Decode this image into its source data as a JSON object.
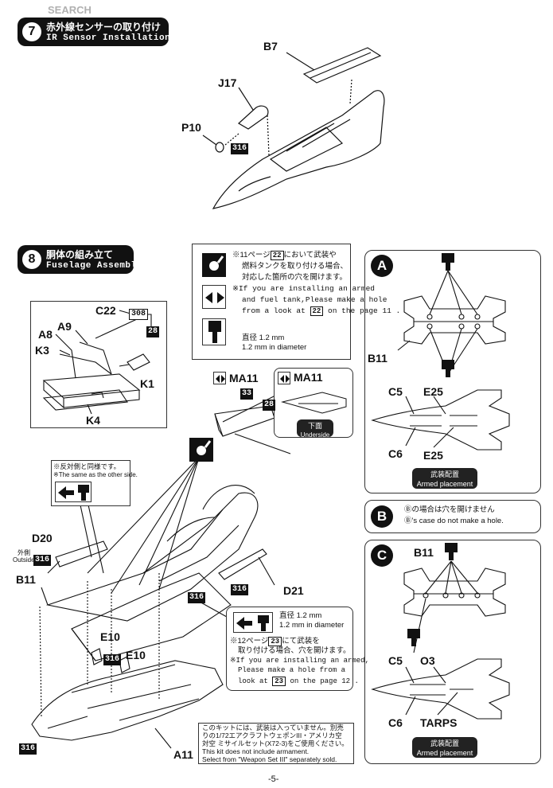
{
  "watermark": {
    "text": "SEARCH"
  },
  "step7": {
    "number": "7",
    "title_jp": "赤外線センサーの取り付け",
    "title_en": "IR Sensor Installation",
    "parts": {
      "b7": "B7",
      "j17": "J17",
      "p10": "P10"
    },
    "cement": "316"
  },
  "step8": {
    "number": "8",
    "title_jp": "胴体の組み立て",
    "title_en": "Fuselage Assembly",
    "parts": {
      "c22": "C22",
      "a8": "A8",
      "a9": "A9",
      "k3": "K3",
      "k1": "K1",
      "k4": "K4",
      "ma11_a": "MA11",
      "ma11_b": "MA11",
      "d20": "D20",
      "b11": "B11",
      "d21": "D21",
      "e10_a": "E10",
      "e10_b": "E10",
      "a11": "A11"
    },
    "tags": {
      "t308": "308",
      "t28a": "28",
      "t33": "33",
      "t28b": "28",
      "t316": "316"
    },
    "outside_jp": "外側",
    "outside_en": "Outside",
    "underside_jp": "下面",
    "underside_en": "Underside",
    "same_other_jp": "※反対側と同様です。",
    "same_other_en": "※The same as the other side."
  },
  "note_main": {
    "line1_jp": "※11ページ",
    "ref1": "22",
    "line1b_jp": "において武装や",
    "line2_jp": "燃料タンクを取り付ける場合、",
    "line3_jp": "対応した箇所の穴を開けます。",
    "line4_en": "※If you are installing an armed",
    "line5_en": "and fuel tank,Please make a hole",
    "line6a_en": "from a look at",
    "ref2": "22",
    "line6b_en": "on the page 11 .",
    "drill_jp": "直径 1.2 mm",
    "drill_en": "1.2 mm in diameter"
  },
  "note_lower": {
    "drill_jp": "直径 1.2 mm",
    "drill_en": "1.2 mm in diameter",
    "line1a_jp": "※12ページ",
    "ref1": "23",
    "line1b_jp": "にて武装を",
    "line2_jp": "取り付ける場合、穴を開けます。",
    "line3_en": "※If you are installing an armed,",
    "line4_en": "Please make a hole from a",
    "line5a_en": "look at",
    "ref2": "23",
    "line5b_en": "on the page 12 ."
  },
  "note_kit": {
    "l1": "このキットには、武装は入っていません。別売",
    "l2": "りの1/72エアクラフトウェポンIII・アメリカ空",
    "l3": "対空 ミサイルセット(X72-3)をご使用ください。",
    "l4": "This kit does not include armament.",
    "l5": "Select from \"Weapon Set III\" separately sold."
  },
  "panelA": {
    "letter": "A",
    "b11": "B11",
    "c5": "C5",
    "e25a": "E25",
    "c6": "C6",
    "e25b": "E25",
    "badge_jp": "武装配置",
    "badge_en": "Armed placement"
  },
  "panelB": {
    "letter": "B",
    "jp": "Ⓑの場合は穴を開けません",
    "en": "Ⓑ's case do not make a hole."
  },
  "panelC": {
    "letter": "C",
    "b11": "B11",
    "c5": "C5",
    "o3": "O3",
    "c6": "C6",
    "tarps": "TARPS",
    "badge_jp": "武装配置",
    "badge_en": "Armed placement"
  },
  "page": {
    "number": "-5-"
  }
}
